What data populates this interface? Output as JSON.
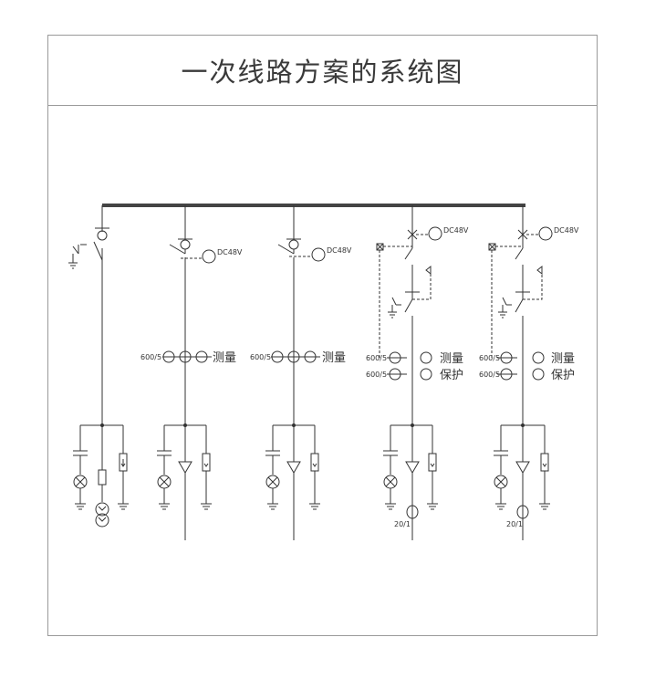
{
  "title": "一次线路方案的系统图",
  "labels": {
    "dc": "DC48V",
    "ct_ratio": "600/5",
    "measure": "测量",
    "protect": "保护",
    "zct_ratio": "20/1"
  },
  "colors": {
    "line": "#333333",
    "frame": "#9a9a9a"
  }
}
